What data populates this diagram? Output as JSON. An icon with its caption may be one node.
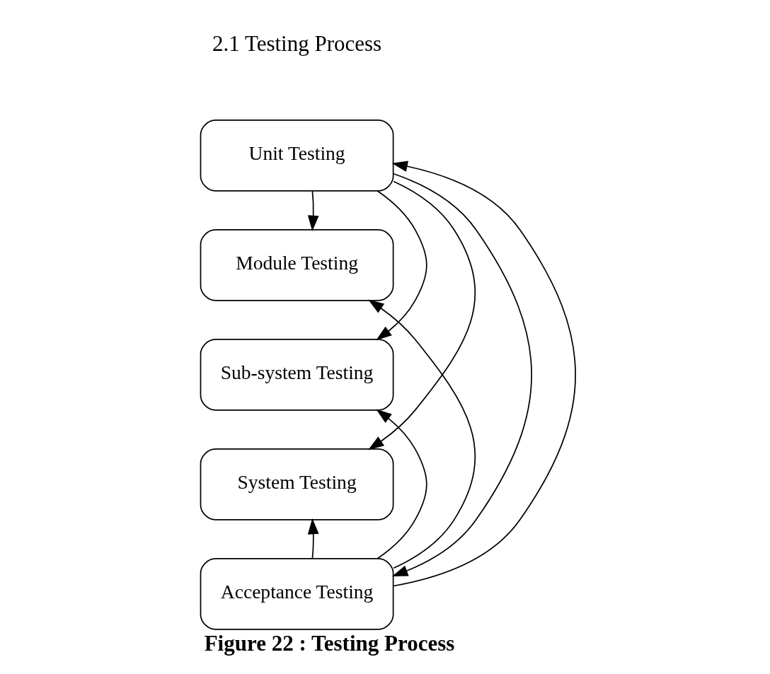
{
  "diagram": {
    "caption": "Figure 22 : Testing Process",
    "nodes": [
      {
        "text": [
          "Unit Testing"
        ]
      },
      {
        "text": [
          "Module Testing"
        ]
      },
      {
        "text": [
          "Sub-system Testing"
        ]
      },
      {
        "text": [
          "System Testing"
        ]
      },
      {
        "text": [
          "Acceptance Testing"
        ]
      }
    ],
    "edges": [
      {
        "from": 0,
        "to": 1,
        "arrow": "to"
      },
      {
        "from": 0,
        "to": 2,
        "arrow": "to"
      },
      {
        "from": 0,
        "to": 3,
        "arrow": "to"
      },
      {
        "from": 0,
        "to": 4,
        "arrow": "to"
      },
      {
        "from": 4,
        "to": 3,
        "arrow": "to"
      },
      {
        "from": 4,
        "to": 2,
        "arrow": "to"
      },
      {
        "from": 4,
        "to": 1,
        "arrow": "to"
      },
      {
        "from": 4,
        "to": 0,
        "arrow": "to"
      }
    ],
    "labels": [
      "2.1 Testing Process"
    ]
  }
}
